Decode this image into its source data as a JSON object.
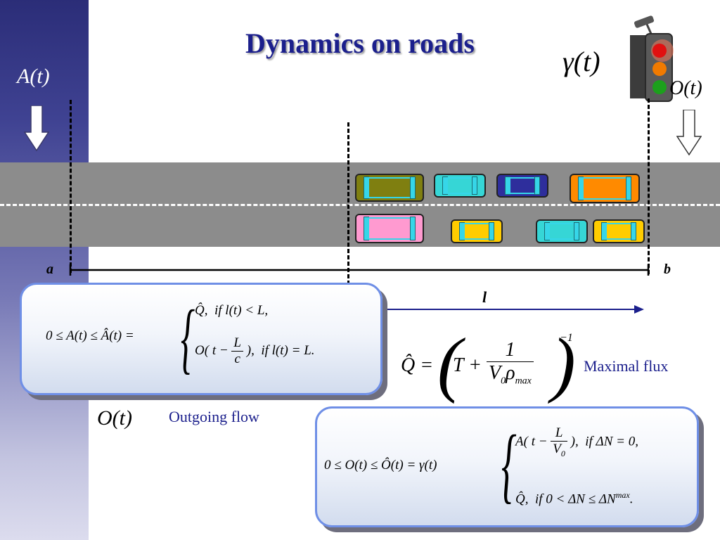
{
  "slide": {
    "title": "Dynamics on roads",
    "arrival_label": "A(t)",
    "gamma_label": "γ(t)",
    "outflow_label": "O(t)",
    "point_a": "a",
    "point_b": "b",
    "length_label": "l",
    "outgoing_symbol": "O(t)",
    "outgoing_caption": "Outgoing flow",
    "maximal_flux_caption": "Maximal flux",
    "colors": {
      "title": "#1b1f8c",
      "panel_border": "#6f8fe6",
      "road": "#8c8c8c",
      "sidebar_top": "#2b2d78"
    },
    "cars_top_lane": [
      {
        "body": "#7f7f10"
      },
      {
        "body": "#36d6d6"
      },
      {
        "body": "#2e2e9c"
      },
      {
        "body": "#ff8a00"
      }
    ],
    "cars_bottom_lane": [
      {
        "body": "#ff9ad0"
      },
      {
        "body": "#ffcc00"
      },
      {
        "body": "#36d6d6"
      },
      {
        "body": "#ffcc00"
      }
    ],
    "icons": [
      "down-arrow-icon",
      "traffic-light-icon",
      "right-arrow-icon"
    ]
  }
}
